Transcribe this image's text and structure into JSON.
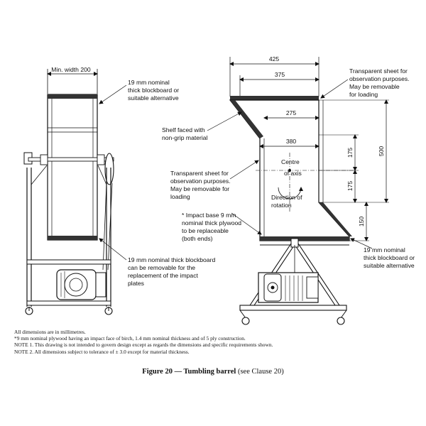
{
  "left_view": {
    "width_label": "Min. width 200",
    "top_note": [
      "19 mm nominal",
      "thick blockboard or",
      "suitable alternative"
    ],
    "bottom_note": [
      "19 mm nominal thick blockboard",
      "can be removable for the",
      "replacement of the impact",
      "plates"
    ]
  },
  "right_view": {
    "dim_425": "425",
    "dim_375": "375",
    "dim_275": "275",
    "dim_380": "380",
    "dim_500": "500",
    "dim_175_top": "175",
    "dim_175_bottom": "175",
    "dim_150": "150",
    "transparent_top_note": [
      "Transparent sheet for",
      "observation purposes.",
      "May be removable",
      "for loading"
    ],
    "shelf_note": [
      "Shelf faced with",
      "non-grip material"
    ],
    "transparent_left_note": [
      "Transparent sheet for",
      "observation purposes.",
      "May be removable for",
      "loading"
    ],
    "centre_axis": [
      "Centre",
      "of axis"
    ],
    "rotation": [
      "Direction of",
      "rotation"
    ],
    "impact_note": [
      "* Impact base 9 mm",
      "nominal thick plywood",
      "to be replaceable",
      "(both ends)"
    ],
    "bottom_right_note": [
      "19 mm nominal",
      "thick blockboard or",
      "suitable alternative"
    ]
  },
  "notes": [
    "All dimensions are in millimetres.",
    "*9 mm nominal plywood having an impact face of birch, 1.4 mm nominal thickness and of 5 ply construction.",
    "NOTE 1. This drawing is not intended to govern design except as regards the dimensions and specific requirements shown.",
    "NOTE 2. All dimensions subject to tolerance of ± 3.0 except for material thickness."
  ],
  "caption": {
    "figure": "Figure 20 — Tumbling barrel",
    "reference": " (see Clause 20)"
  }
}
